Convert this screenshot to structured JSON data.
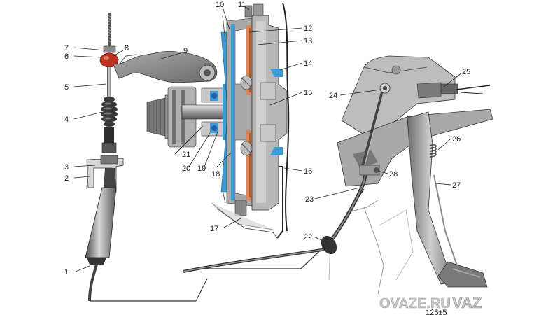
{
  "callouts": [
    {
      "id": "1",
      "label": "1"
    },
    {
      "id": "2",
      "label": "2"
    },
    {
      "id": "3",
      "label": "3"
    },
    {
      "id": "4",
      "label": "4"
    },
    {
      "id": "5",
      "label": "5"
    },
    {
      "id": "6",
      "label": "6"
    },
    {
      "id": "7",
      "label": "7"
    },
    {
      "id": "8",
      "label": "8"
    },
    {
      "id": "9",
      "label": "9"
    },
    {
      "id": "10",
      "label": "10"
    },
    {
      "id": "11",
      "label": "11"
    },
    {
      "id": "12",
      "label": "12"
    },
    {
      "id": "13",
      "label": "13"
    },
    {
      "id": "14",
      "label": "14"
    },
    {
      "id": "15",
      "label": "15"
    },
    {
      "id": "16",
      "label": "16"
    },
    {
      "id": "17",
      "label": "17"
    },
    {
      "id": "18",
      "label": "18"
    },
    {
      "id": "19",
      "label": "19"
    },
    {
      "id": "20",
      "label": "20"
    },
    {
      "id": "21",
      "label": "21"
    },
    {
      "id": "22",
      "label": "22"
    },
    {
      "id": "23",
      "label": "23"
    },
    {
      "id": "24",
      "label": "24"
    },
    {
      "id": "25",
      "label": "25"
    },
    {
      "id": "26",
      "label": "26"
    },
    {
      "id": "27",
      "label": "27"
    },
    {
      "id": "28",
      "label": "28"
    }
  ],
  "watermark": {
    "text_left": "OVAZE.RU",
    "text_right": "VAZ",
    "sub": "125±5"
  },
  "colors": {
    "metal": "#8a8a8a",
    "metal_light": "#c8c8c8",
    "metal_dark": "#4a4a4a",
    "blue": "#3a9bd5",
    "red": "#d04030",
    "copper": "#b87040",
    "line": "#222222"
  }
}
